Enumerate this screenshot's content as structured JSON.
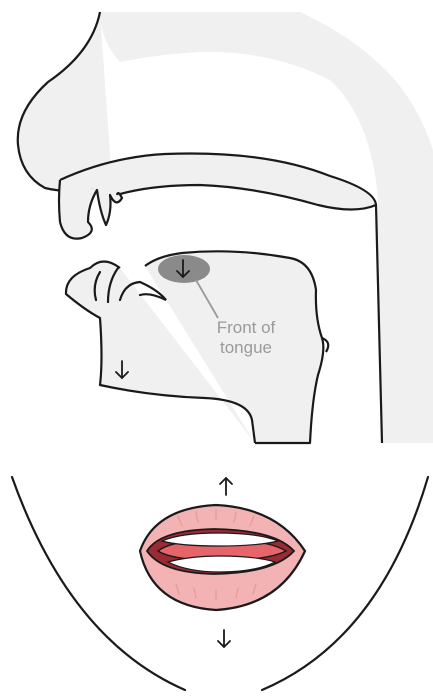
{
  "annotation": {
    "label_line1": "Front of",
    "label_line2": "tongue"
  },
  "colors": {
    "skin_fill": "#f0f0f0",
    "outline": "#1a1a1a",
    "highlight": "#8a8a8a",
    "leader_line": "#9a9a9a",
    "lip_pink": "#f3b3b5",
    "lip_inner": "#e5656b",
    "mouth_dark": "#9a2a33"
  },
  "arrows": {
    "tongue_front": "down",
    "jaw": "down",
    "lips_top": "up",
    "lips_bottom": "down"
  }
}
